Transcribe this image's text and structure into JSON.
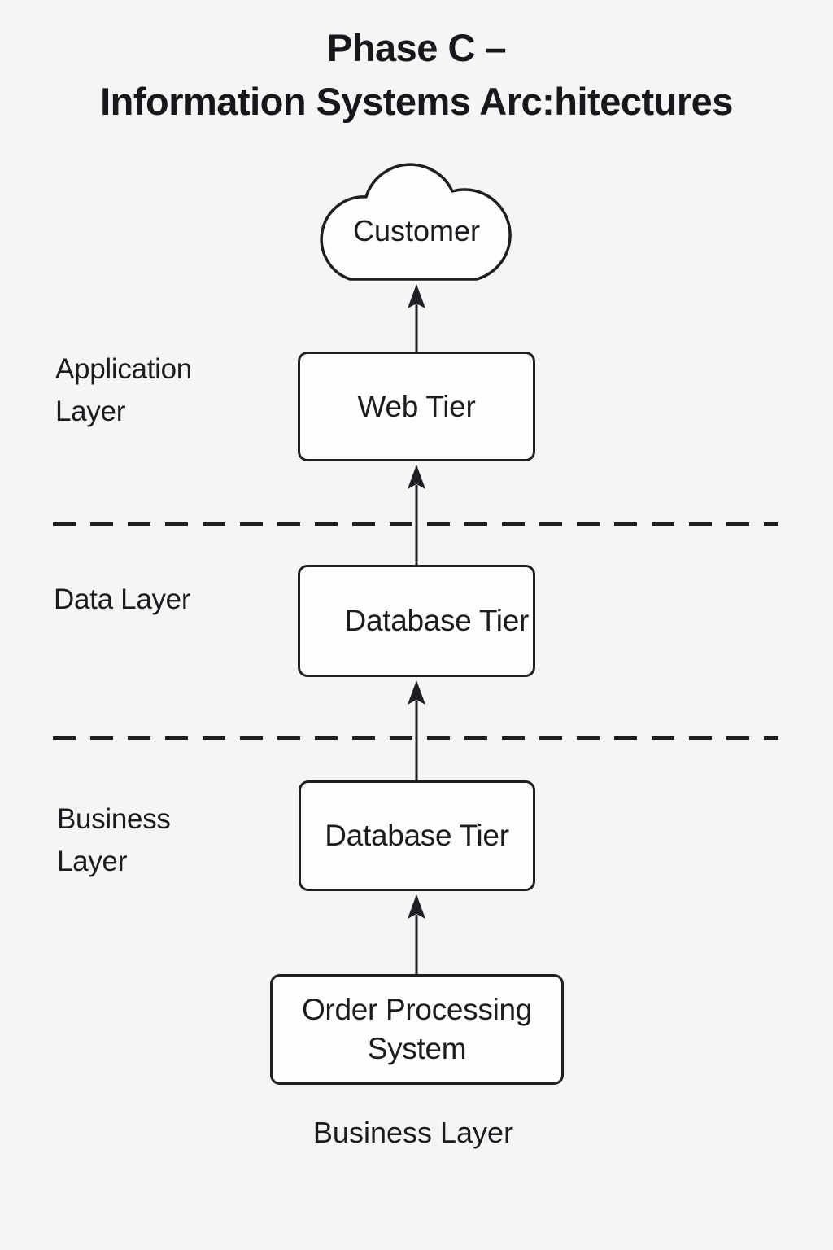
{
  "title": {
    "line1": "Phase C –",
    "line2": "Information Systems Arc:hitectures"
  },
  "cloud": {
    "label": "Customer"
  },
  "layer_labels": {
    "application": {
      "line1": "Application",
      "line2": "Layer"
    },
    "data": {
      "line1": "Data Layer"
    },
    "business": {
      "line1": "Business",
      "line2": "Layer"
    }
  },
  "nodes": {
    "web_tier": {
      "label": "Web Tier"
    },
    "database_tier_data": {
      "label": "Database Tier"
    },
    "database_tier_business": {
      "label": "Database Tier"
    },
    "order_processing": {
      "label": "Order Processing System"
    }
  },
  "footer": {
    "label": "Business Layer"
  },
  "connections": [
    {
      "from": "web_tier",
      "to": "customer_cloud",
      "direction": "up"
    },
    {
      "from": "database_tier_data",
      "to": "web_tier",
      "direction": "up"
    },
    {
      "from": "database_tier_business",
      "to": "database_tier_data",
      "direction": "up"
    },
    {
      "from": "order_processing",
      "to": "database_tier_business",
      "direction": "up"
    }
  ],
  "colors": {
    "background": "#f5f5f6",
    "stroke": "#1e1e23",
    "node_fill": "#fefefe",
    "text": "#1b1b20"
  }
}
